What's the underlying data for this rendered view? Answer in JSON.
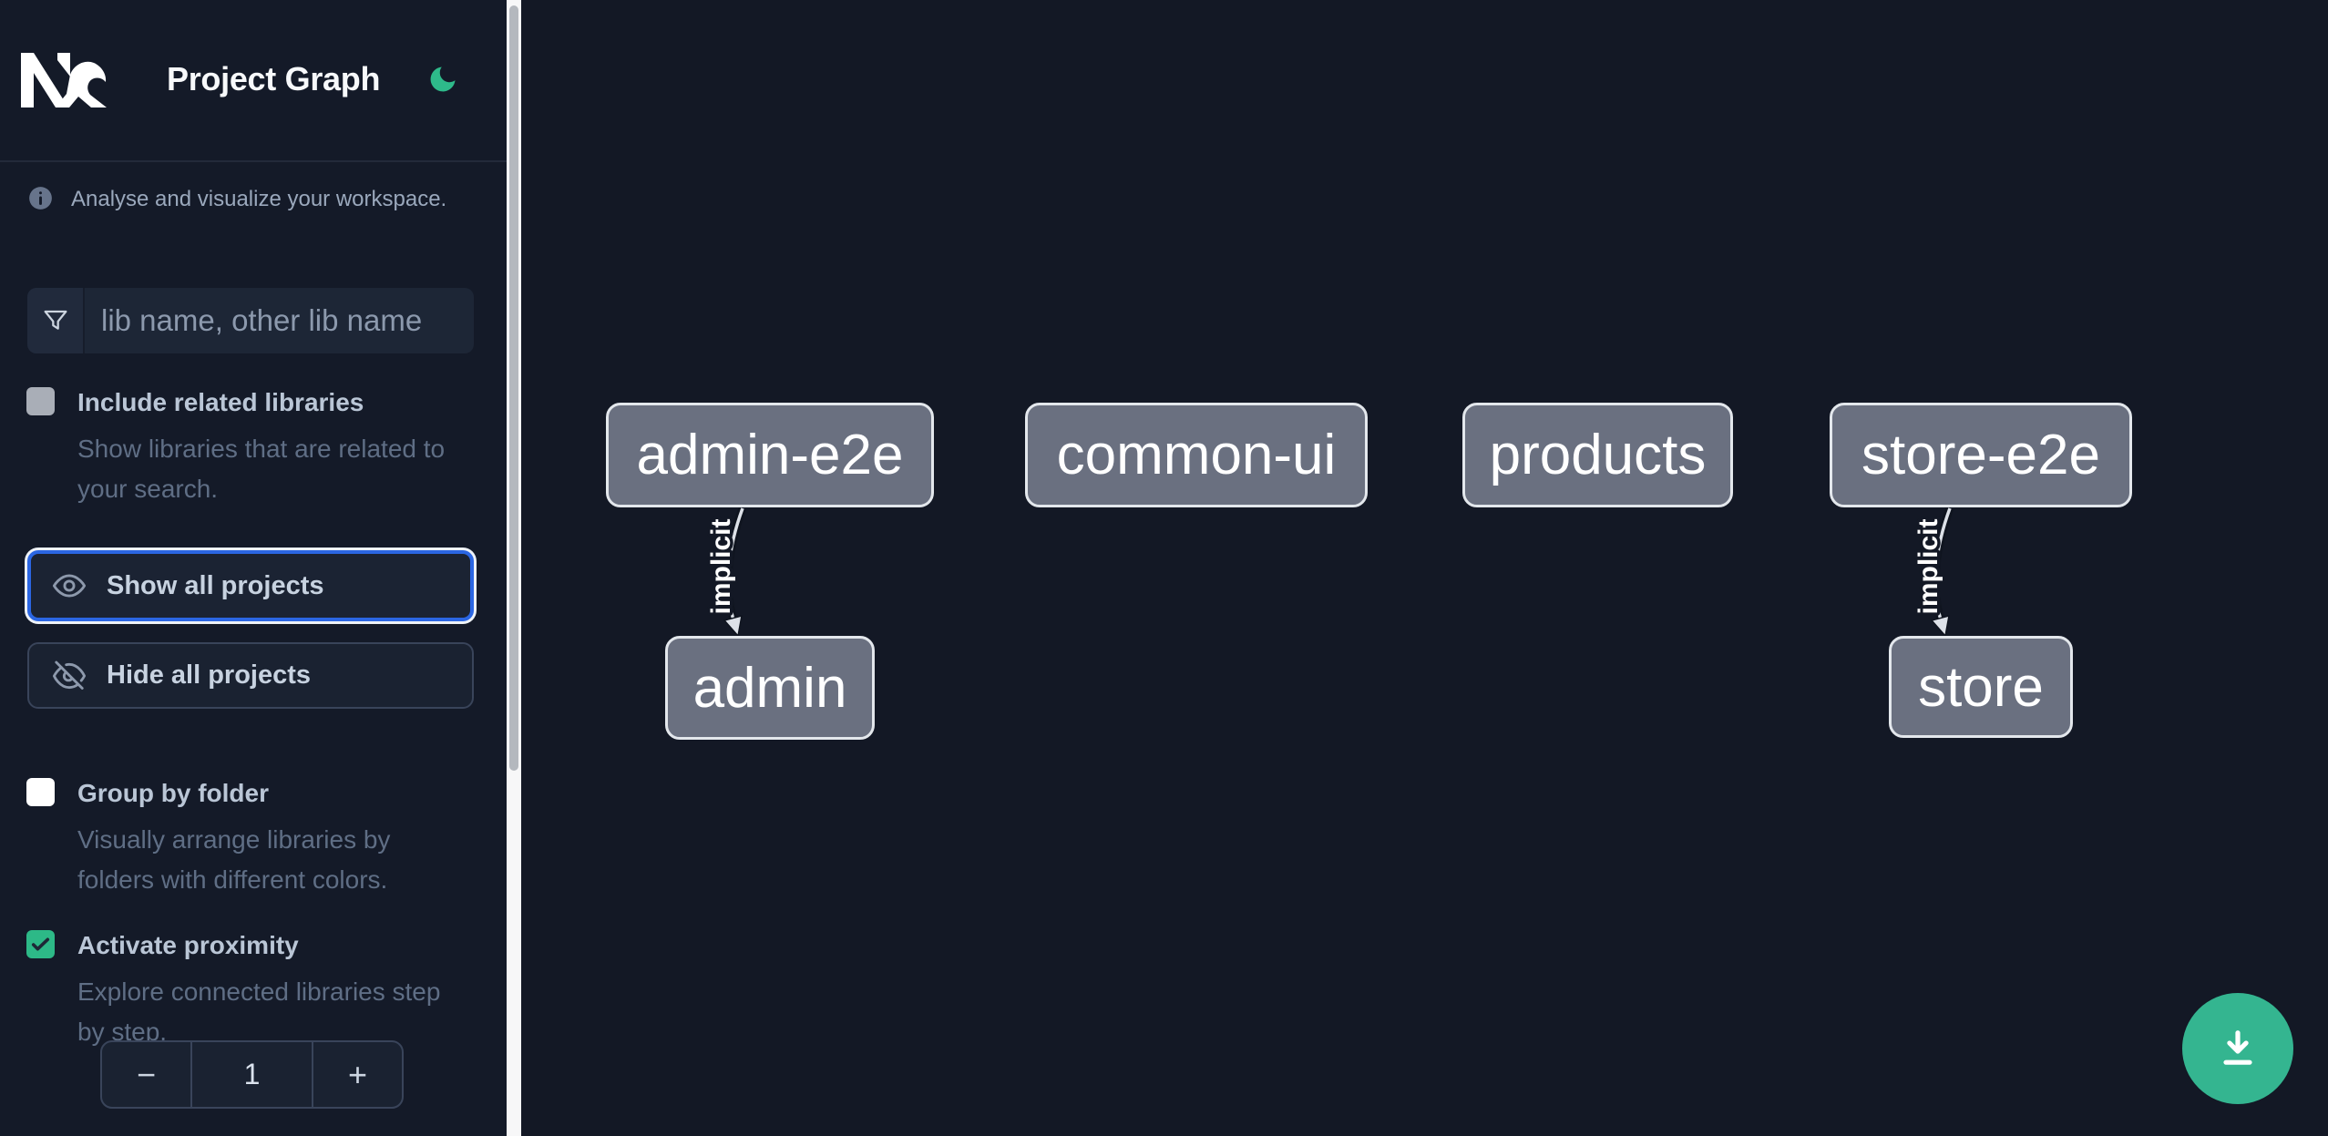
{
  "header": {
    "title": "Project Graph",
    "logo_icon": "nx-logo-icon",
    "theme_icon": "moon-icon",
    "theme_color": "#2eba8a"
  },
  "sidebar": {
    "tagline": {
      "icon": "info-icon",
      "text": "Analyse and visualize your workspace."
    },
    "search": {
      "icon": "funnel-icon",
      "placeholder": "lib name, other lib name",
      "value": ""
    },
    "include_related": {
      "label": "Include related libraries",
      "description": "Show libraries that are related to your search.",
      "checked": false
    },
    "show_all": {
      "icon": "eye-icon",
      "label": "Show all projects",
      "focused": true
    },
    "hide_all": {
      "icon": "eye-off-icon",
      "label": "Hide all projects"
    },
    "group_by_folder": {
      "label": "Group by folder",
      "description": "Visually arrange libraries by folders with different colors.",
      "checked": false
    },
    "activate_proximity": {
      "label": "Activate proximity",
      "description": "Explore connected libraries step by step.",
      "checked": true
    },
    "proximity_stepper": {
      "decrement": "−",
      "value": "1",
      "increment": "+"
    }
  },
  "graph": {
    "nodes": [
      {
        "id": "admin-e2e",
        "label": "admin-e2e"
      },
      {
        "id": "common-ui",
        "label": "common-ui"
      },
      {
        "id": "products",
        "label": "products"
      },
      {
        "id": "store-e2e",
        "label": "store-e2e"
      },
      {
        "id": "admin",
        "label": "admin"
      },
      {
        "id": "store",
        "label": "store"
      }
    ],
    "edges": [
      {
        "source": "admin-e2e",
        "target": "admin",
        "label": "implicit",
        "type": "implicit"
      },
      {
        "source": "store-e2e",
        "target": "store",
        "label": "implicit",
        "type": "implicit"
      }
    ]
  },
  "fab": {
    "icon": "download-icon",
    "color": "#34b590"
  },
  "colors": {
    "sidebar_bg": "#141a28",
    "canvas_bg": "#131825",
    "node_fill": "#6a7080",
    "node_border": "#e3e7ec",
    "focus_ring": "#2b66e3",
    "nx_green": "#2eba8a",
    "checkbox_checked": "#2db987"
  }
}
